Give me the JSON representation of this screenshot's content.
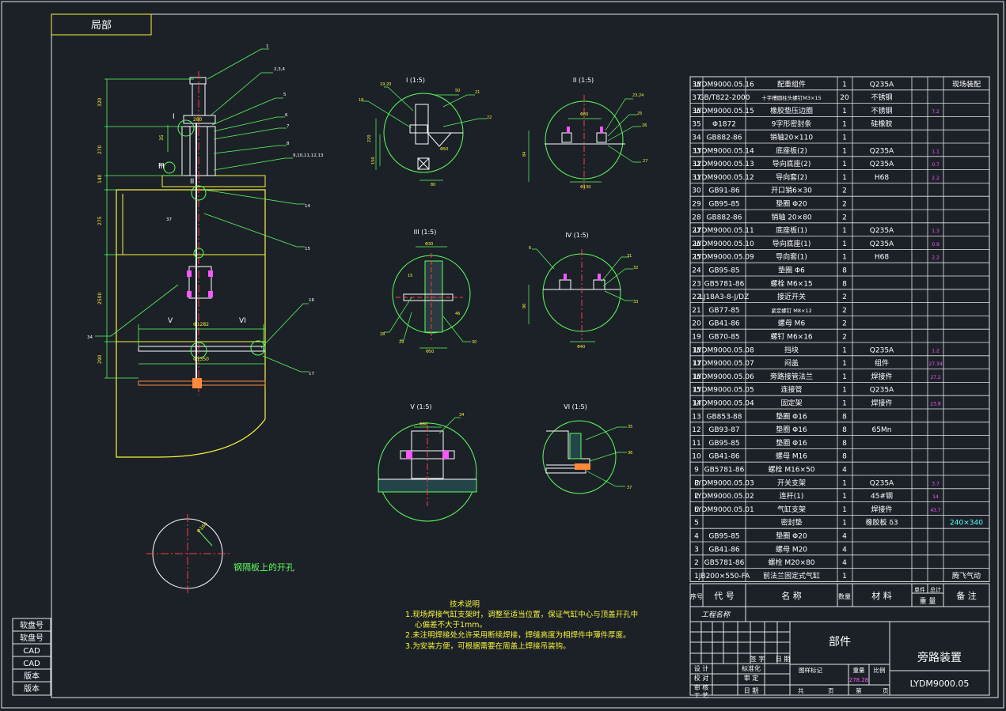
{
  "frame_label": "局部",
  "detail_views": [
    {
      "id": "I",
      "title": "I (1:5)"
    },
    {
      "id": "II",
      "title": "II (1:5)"
    },
    {
      "id": "III",
      "title": "III (1:5)"
    },
    {
      "id": "IV",
      "title": "IV (1:5)"
    },
    {
      "id": "V",
      "title": "V (1:5)"
    },
    {
      "id": "VI",
      "title": "VI (1:5)"
    }
  ],
  "main_view_labels": {
    "I": "I",
    "II": "II",
    "III": "III",
    "V": "V",
    "VI": "VI"
  },
  "hole_note": "钢隔板上的开孔",
  "tech_notes": {
    "title": "技术说明",
    "lines": [
      "1.现场焊接气缸支架时，调整至适当位置，保证气缸中心与顶盖开孔中",
      "心偏差不大于1mm。",
      "2.未注明焊接处允许采用断续焊接，焊缝高度为相焊件中薄件厚度。",
      "3.为安装方便，可根据需要在周盖上焊接吊装钩。"
    ]
  },
  "bom_header": {
    "seq": "序号",
    "code": "代    号",
    "name": "名    称",
    "qty": "数量",
    "material": "材    料",
    "unit": "单件",
    "total": "总计",
    "weight": "重 量",
    "remark": "备 注"
  },
  "bom": [
    {
      "no": "38",
      "code": "LYDM9000.05.16",
      "name": "配重组件",
      "qty": "1",
      "mat": "Q235A",
      "w": "",
      "rem": "现场装配"
    },
    {
      "no": "37",
      "code": "GB/T822-2000",
      "name": "十字槽圆柱头螺钉M3×15",
      "qty": "20",
      "mat": "不锈钢",
      "w": "",
      "rem": ""
    },
    {
      "no": "36",
      "code": "LYDM9000.05.15",
      "name": "橡胶垫压边圈",
      "qty": "1",
      "mat": "不锈钢",
      "w": "7.2",
      "rem": ""
    },
    {
      "no": "35",
      "code": "Φ1872",
      "name": "9字形密封条",
      "qty": "1",
      "mat": "硅橡胶",
      "w": "",
      "rem": ""
    },
    {
      "no": "34",
      "code": "GB882-86",
      "name": "销轴20×110",
      "qty": "1",
      "mat": "",
      "w": "",
      "rem": ""
    },
    {
      "no": "33",
      "code": "LYDM9000.05.14",
      "name": "底座板(2)",
      "qty": "1",
      "mat": "Q235A",
      "w": "1.1",
      "rem": ""
    },
    {
      "no": "32",
      "code": "LYDM9000.05.13",
      "name": "导向底座(2)",
      "qty": "1",
      "mat": "Q235A",
      "w": "0.7",
      "rem": ""
    },
    {
      "no": "31",
      "code": "LYDM9000.05.12",
      "name": "导向套(2)",
      "qty": "1",
      "mat": "H68",
      "w": "2.2",
      "rem": ""
    },
    {
      "no": "30",
      "code": "GB91-86",
      "name": "开口销6×30",
      "qty": "2",
      "mat": "",
      "w": "",
      "rem": ""
    },
    {
      "no": "29",
      "code": "GB95-85",
      "name": "垫圈 Φ20",
      "qty": "2",
      "mat": "",
      "w": "",
      "rem": ""
    },
    {
      "no": "28",
      "code": "GB882-86",
      "name": "销轴 20×80",
      "qty": "2",
      "mat": "",
      "w": "",
      "rem": ""
    },
    {
      "no": "27",
      "code": "LYDM9000.05.11",
      "name": "底座板(1)",
      "qty": "1",
      "mat": "Q235A",
      "w": "1.3",
      "rem": ""
    },
    {
      "no": "26",
      "code": "LYDM9000.05.10",
      "name": "导向底座(1)",
      "qty": "1",
      "mat": "Q235A",
      "w": "0.9",
      "rem": ""
    },
    {
      "no": "25",
      "code": "LYDM9000.05.09",
      "name": "导向套(1)",
      "qty": "1",
      "mat": "H68",
      "w": "2.2",
      "rem": ""
    },
    {
      "no": "24",
      "code": "GB95-85",
      "name": "垫圈 Φ6",
      "qty": "8",
      "mat": "",
      "w": "",
      "rem": ""
    },
    {
      "no": "23",
      "code": "GB5781-86",
      "name": "螺栓 M6×15",
      "qty": "8",
      "mat": "",
      "w": "",
      "rem": ""
    },
    {
      "no": "22",
      "code": "LJ18A3-8-J/DZ",
      "name": "接近开关",
      "qty": "2",
      "mat": "",
      "w": "",
      "rem": ""
    },
    {
      "no": "21",
      "code": "GB77-85",
      "name": "紧定螺钉 M8×12",
      "qty": "2",
      "mat": "",
      "w": "",
      "rem": ""
    },
    {
      "no": "20",
      "code": "GB41-86",
      "name": "螺母 M6",
      "qty": "2",
      "mat": "",
      "w": "",
      "rem": ""
    },
    {
      "no": "19",
      "code": "GB70-85",
      "name": "螺钉 M6×16",
      "qty": "2",
      "mat": "",
      "w": "",
      "rem": ""
    },
    {
      "no": "18",
      "code": "LYDM9000.05.08",
      "name": "挡块",
      "qty": "1",
      "mat": "Q235A",
      "w": "1.2",
      "rem": ""
    },
    {
      "no": "17",
      "code": "LYDM9000.05.07",
      "name": "闷盖",
      "qty": "1",
      "mat": "组件",
      "w": "27.34",
      "rem": ""
    },
    {
      "no": "16",
      "code": "LYDM9000.05.06",
      "name": "旁路接管法兰",
      "qty": "1",
      "mat": "焊接件",
      "w": "27.2",
      "rem": ""
    },
    {
      "no": "15",
      "code": "LYDM9000.05.05",
      "name": "连接管",
      "qty": "1",
      "mat": "Q235A",
      "w": "",
      "rem": ""
    },
    {
      "no": "14",
      "code": "LYDM9000.05.04",
      "name": "固定架",
      "qty": "1",
      "mat": "焊接件",
      "w": "23.8",
      "rem": ""
    },
    {
      "no": "13",
      "code": "GB853-88",
      "name": "垫圈 Φ16",
      "qty": "8",
      "mat": "",
      "w": "",
      "rem": ""
    },
    {
      "no": "12",
      "code": "GB93-87",
      "name": "垫圈 Φ16",
      "qty": "8",
      "mat": "65Mn",
      "w": "",
      "rem": ""
    },
    {
      "no": "11",
      "code": "GB95-85",
      "name": "垫圈 Φ16",
      "qty": "8",
      "mat": "",
      "w": "",
      "rem": ""
    },
    {
      "no": "10",
      "code": "GB41-86",
      "name": "螺母 M16",
      "qty": "8",
      "mat": "",
      "w": "",
      "rem": ""
    },
    {
      "no": "9",
      "code": "GB5781-86",
      "name": "螺栓 M16×50",
      "qty": "4",
      "mat": "",
      "w": "",
      "rem": ""
    },
    {
      "no": "8",
      "code": "LYDM9000.05.03",
      "name": "开关支架",
      "qty": "1",
      "mat": "Q235A",
      "w": "3.7",
      "rem": ""
    },
    {
      "no": "7",
      "code": "LYDM9000.05.02",
      "name": "连杆(1)",
      "qty": "1",
      "mat": "45#钢",
      "w": "14",
      "rem": ""
    },
    {
      "no": "6",
      "code": "LYDM9000.05.01",
      "name": "气缸支架",
      "qty": "1",
      "mat": "焊接件",
      "w": "43.7",
      "rem": ""
    },
    {
      "no": "5",
      "code": "",
      "name": "密封垫",
      "qty": "1",
      "mat": "橡胶板 δ3",
      "w": "",
      "rem": "240×340"
    },
    {
      "no": "4",
      "code": "GB95-85",
      "name": "垫圈 Φ20",
      "qty": "4",
      "mat": "",
      "w": "",
      "rem": ""
    },
    {
      "no": "3",
      "code": "GB41-86",
      "name": "螺母 M20",
      "qty": "4",
      "mat": "",
      "w": "",
      "rem": ""
    },
    {
      "no": "2",
      "code": "GB5781-86",
      "name": "螺栓 M20×80",
      "qty": "4",
      "mat": "",
      "w": "",
      "rem": ""
    },
    {
      "no": "1",
      "code": "JB200×550-FA",
      "name": "前法兰固定式气缸",
      "qty": "1",
      "mat": "",
      "w": "",
      "rem": "腾飞气动"
    }
  ],
  "title_block": {
    "project_label": "工程名称",
    "part_label": "部件",
    "drawing_name": "旁路装置",
    "drawing_no": "LYDM9000.05",
    "weight_value": "278.28",
    "mark_label": "图样标记",
    "weight_label": "重量",
    "scale_label": "比例",
    "sheet_label": "共",
    "sheet_unit": "页",
    "page_label": "第",
    "rows": [
      "设 计",
      "校 对",
      "审 核",
      "工 艺"
    ],
    "std_label": "标准化",
    "approve_label": "审 定",
    "date_label": "日 期",
    "sign_label": "签 字",
    "sign_date_label": "日 期"
  },
  "left_stamps": [
    "软盘号",
    "软盘号",
    "CAD",
    "CAD",
    "版本",
    "版本"
  ]
}
